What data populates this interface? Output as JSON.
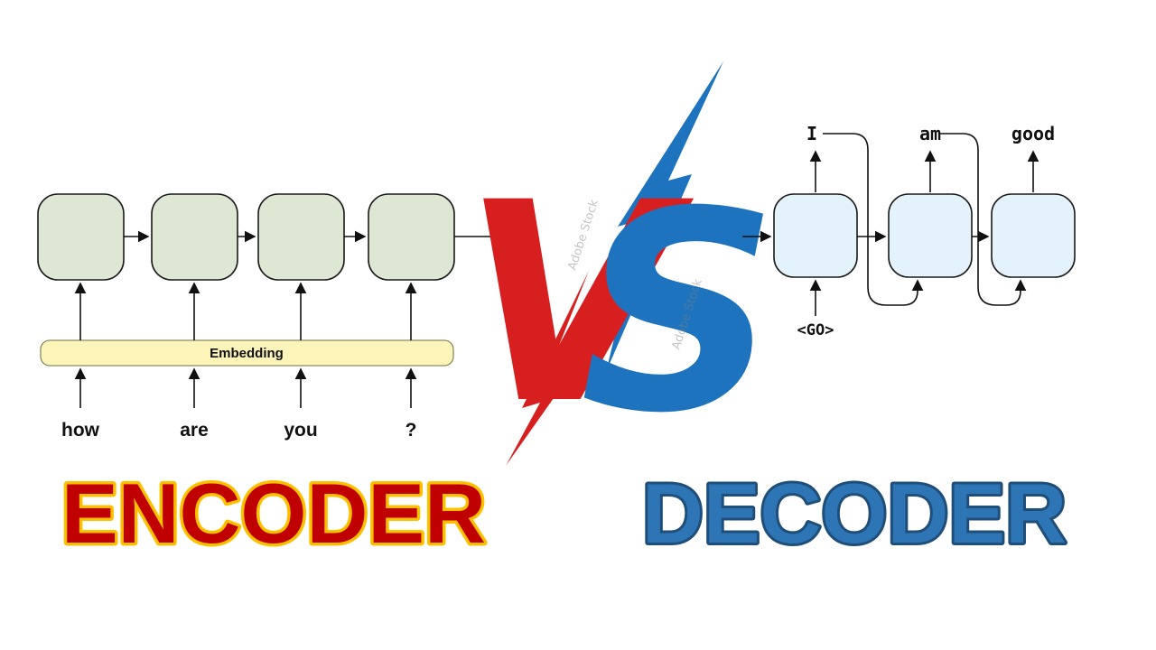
{
  "encoder": {
    "title": "ENCODER",
    "embedding_label": "Embedding",
    "inputs": [
      "how",
      "are",
      "you",
      "?"
    ]
  },
  "decoder": {
    "title": "DECODER",
    "outputs": [
      "I",
      "am",
      "good"
    ],
    "go_token": "<GO>"
  },
  "vs": {
    "v": "V",
    "s": "S"
  },
  "watermark": "Adobe Stock",
  "colors": {
    "encoder_box": "#dde7d3",
    "decoder_box": "#e4f2fb",
    "embedding_bar": "#fcf4b8",
    "encoder_title_fill": "#c00000",
    "encoder_title_outline": "#ffc000",
    "decoder_title_fill": "#2e75b6",
    "decoder_title_outline": "#1f4e79",
    "vs_red": "#d81f1f",
    "vs_blue": "#1e73be",
    "line": "#111111"
  }
}
